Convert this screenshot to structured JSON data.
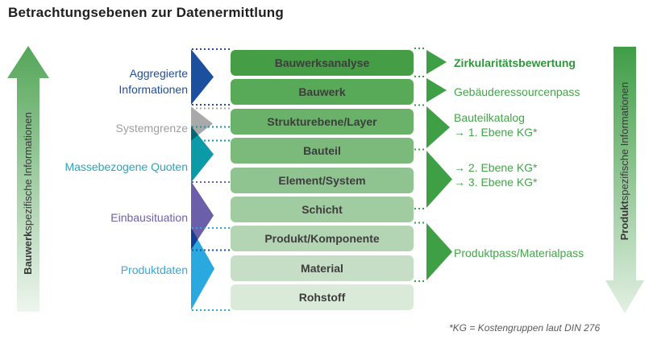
{
  "title": "Betrachtungsebenen zur Datenermittlung",
  "footnote": "*KG = Kostengruppen laut DIN 276",
  "left_arrow": {
    "bold": "Bauwerk",
    "rest": "spezifische Informationen"
  },
  "right_arrow": {
    "bold": "Produkt",
    "rest": "spezifische Informationen"
  },
  "levels": [
    {
      "label": "Bauwerksanalyse",
      "color": "#459e45"
    },
    {
      "label": "Bauwerk",
      "color": "#58a958"
    },
    {
      "label": "Strukturebene/Layer",
      "color": "#6ab16a"
    },
    {
      "label": "Bauteil",
      "color": "#7cba7c"
    },
    {
      "label": "Element/System",
      "color": "#8fc38f"
    },
    {
      "label": "Schicht",
      "color": "#a1cca1"
    },
    {
      "label": "Produkt/Komponente",
      "color": "#b4d5b4"
    },
    {
      "label": "Material",
      "color": "#c6dec6"
    },
    {
      "label": "Rohstoff",
      "color": "#daead8"
    }
  ],
  "left_labels": {
    "aggregierte": {
      "line1": "Aggregierte",
      "line2": "Informationen",
      "color": "#1c4f9e"
    },
    "systemgrenze": {
      "text": "Systemgrenze",
      "color": "#9e9e9e"
    },
    "massebezogene": {
      "text": "Massebezogene Quoten",
      "color": "#2aa5bc"
    },
    "einbausituation": {
      "text": "Einbausituation",
      "color": "#6a63ac"
    },
    "produktdaten": {
      "text": "Produktdaten",
      "color": "#33a9e0"
    }
  },
  "right_labels": {
    "zirkularitaet": {
      "text": "Zirkularitätsbewertung",
      "color": "#2f963a"
    },
    "gebaeuderessourcenpass": {
      "text": "Gebäuderessourcenpass",
      "color": "#44a44a"
    },
    "bauteilkatalog": {
      "text": "Bauteilkatalog",
      "color": "#44a44a"
    },
    "ebene1": {
      "text": "→ 1. Ebene KG*",
      "color": "#44a44a"
    },
    "ebene2": {
      "text": "→ 2. Ebene KG*",
      "color": "#44a44a"
    },
    "ebene3": {
      "text": "→ 3. Ebene KG*",
      "color": "#44a44a"
    },
    "produktpass": {
      "text": "Produktpass/Materialpass",
      "color": "#44a44a"
    }
  },
  "colors": {
    "navy": "#1c4f9e",
    "gray": "#a9a9a9",
    "teal": "#0a9aa8",
    "purple": "#6a5fa8",
    "lightblue": "#2aa9e0",
    "green_triangle": "#3f9f44",
    "arrow_left_top": "#54a659",
    "arrow_left_bottom": "#eef5ee",
    "arrow_right_top": "#3f9d46",
    "arrow_right_bottom": "#e3f0e3"
  }
}
